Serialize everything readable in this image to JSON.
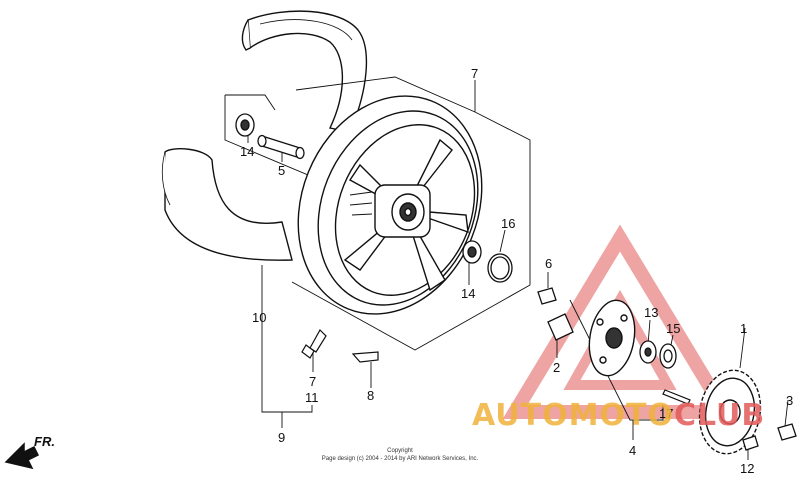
{
  "diagram": {
    "callouts": [
      "7",
      "14",
      "5",
      "16",
      "6",
      "10",
      "14",
      "13",
      "15",
      "1",
      "2",
      "7",
      "11",
      "8",
      "9",
      "17",
      "4",
      "3",
      "12"
    ],
    "front_label": "FR.",
    "copyright_line1": "Copyright",
    "copyright_line2": "Page design (c) 2004 - 2014 by ARI Network Services, Inc.",
    "watermark": {
      "main": "AUTOMOTO",
      "accent": "CLUB"
    }
  },
  "colors": {
    "line": "#111111",
    "watermark_red": "#e35a5a",
    "watermark_yellow": "#f0b23c"
  }
}
